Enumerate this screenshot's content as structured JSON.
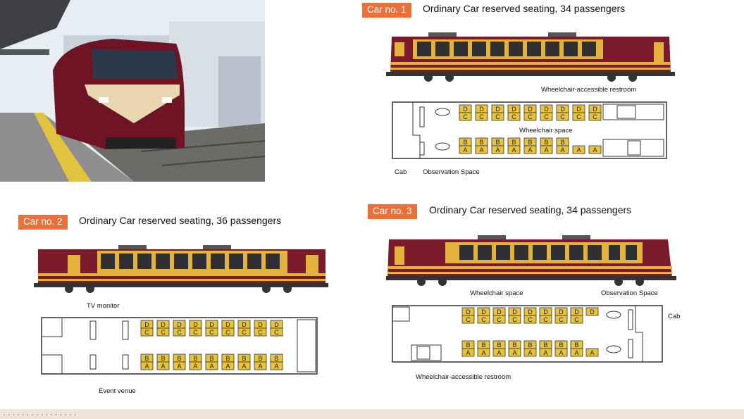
{
  "cars": [
    {
      "tag": "Car no. 1",
      "title": "Ordinary Car reserved seating, 34 passengers",
      "labels": {
        "restroom": "Wheelchair-accessible restroom",
        "wheelchair": "Wheelchair space",
        "cab": "Cab",
        "observation": "Observation Space"
      },
      "rows": {
        "top_upper": [
          "D",
          "D",
          "D",
          "D",
          "D",
          "D",
          "D",
          "D",
          "D"
        ],
        "top_lower": [
          "C",
          "C",
          "C",
          "C",
          "C",
          "C",
          "C",
          "C",
          "C"
        ],
        "bot_upper": [
          "B",
          "B",
          "B",
          "B",
          "B",
          "B",
          "B"
        ],
        "bot_lower": [
          "A",
          "A",
          "A",
          "A",
          "A",
          "A",
          "A",
          "A",
          "A"
        ]
      }
    },
    {
      "tag": "Car no. 2",
      "title": "Ordinary Car reserved seating, 36 passengers",
      "labels": {
        "tv": "TV monitor",
        "event": "Event venue"
      },
      "rows": {
        "top_upper": [
          "D",
          "D",
          "D",
          "D",
          "D",
          "D",
          "D",
          "D",
          "D"
        ],
        "top_lower": [
          "C",
          "C",
          "C",
          "C",
          "C",
          "C",
          "C",
          "C",
          "C"
        ],
        "bot_upper": [
          "B",
          "B",
          "B",
          "B",
          "B",
          "B",
          "B",
          "B",
          "B"
        ],
        "bot_lower": [
          "A",
          "A",
          "A",
          "A",
          "A",
          "A",
          "A",
          "A",
          "A"
        ]
      }
    },
    {
      "tag": "Car no. 3",
      "title": "Ordinary Car reserved seating, 34 passengers",
      "labels": {
        "wheelchair": "Wheelchair space",
        "observation": "Observation Space",
        "cab": "Cab",
        "restroom": "Wheelchair-accessible restroom"
      },
      "rows": {
        "top_upper": [
          "D",
          "D",
          "D",
          "D",
          "D",
          "D",
          "D",
          "D",
          "D"
        ],
        "top_lower": [
          "C",
          "C",
          "C",
          "C",
          "C",
          "C",
          "C",
          "C"
        ],
        "bot_upper": [
          "B",
          "B",
          "B",
          "B",
          "B",
          "B",
          "B",
          "B"
        ],
        "bot_lower": [
          "A",
          "A",
          "A",
          "A",
          "A",
          "A",
          "A",
          "A",
          "A"
        ]
      }
    }
  ],
  "colors": {
    "accent_tag": "#e8703a",
    "train_body": "#7a1a2a",
    "train_stripe": "#e3b23c",
    "seat_fill": "#e8c43c"
  },
  "footer": {
    "text": "· · · · · · · · · · · · · · · ·"
  }
}
